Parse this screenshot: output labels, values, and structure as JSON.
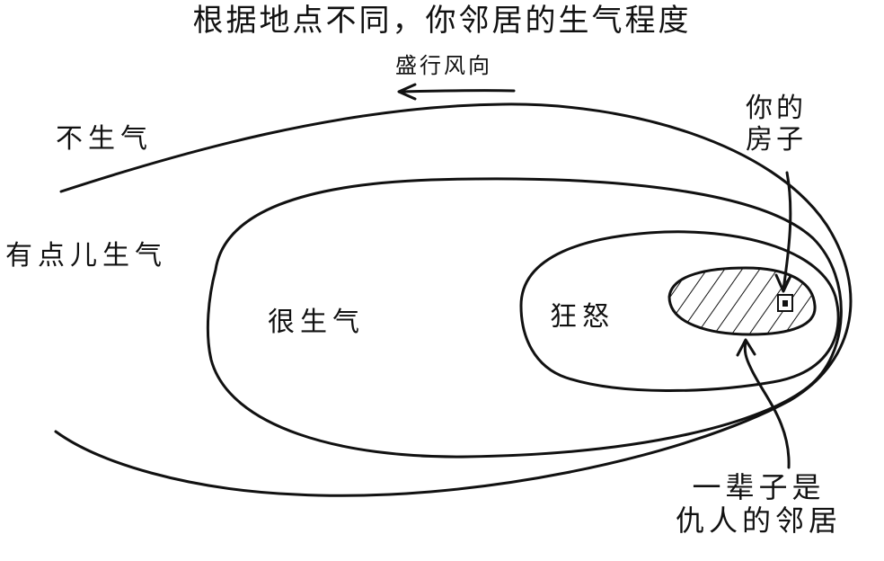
{
  "title": "根据地点不同，你邻居的生气程度",
  "wind_label": "盛行风向",
  "zones": {
    "not_angry": "不生气",
    "somewhat_angry": "有点儿生气",
    "very_angry": "很生气",
    "furious": "狂怒"
  },
  "house_label": [
    "你的",
    "房子"
  ],
  "enemy_label": [
    "一辈子是",
    "仇人的邻居"
  ],
  "colors": {
    "ink": "#111111",
    "background": "#ffffff"
  }
}
